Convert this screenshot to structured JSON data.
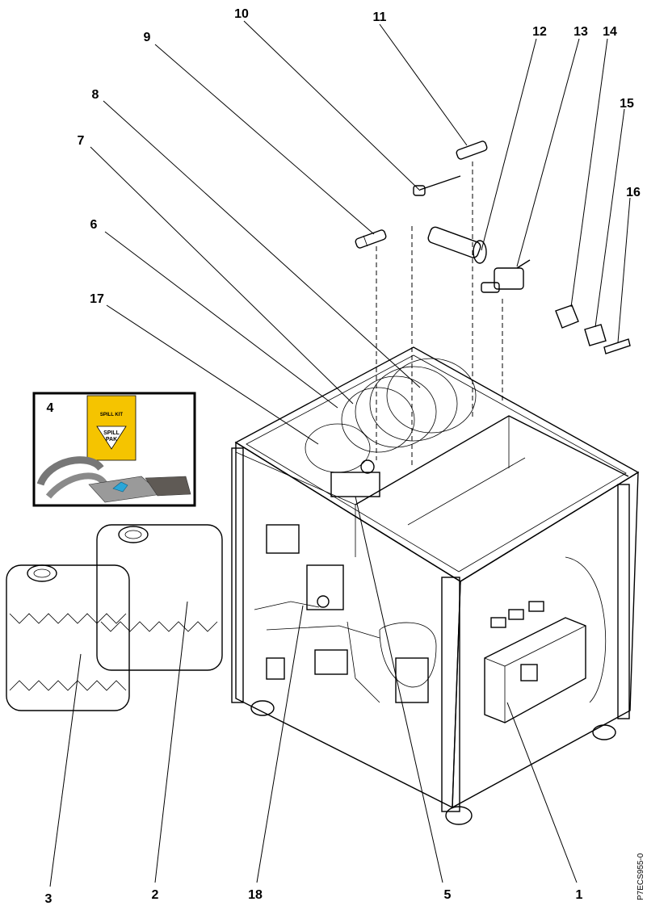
{
  "figure_id": "P7ECS955-0",
  "spill_kit": {
    "bag_line1": "SPILL KIT",
    "bag_line2": "SPILL",
    "bag_line3": "PAK"
  },
  "callouts": [
    {
      "id": "1",
      "label": "1"
    },
    {
      "id": "2",
      "label": "2"
    },
    {
      "id": "3",
      "label": "3"
    },
    {
      "id": "4",
      "label": "4"
    },
    {
      "id": "5",
      "label": "5"
    },
    {
      "id": "6",
      "label": "6"
    },
    {
      "id": "7",
      "label": "7"
    },
    {
      "id": "8",
      "label": "8"
    },
    {
      "id": "9",
      "label": "9"
    },
    {
      "id": "10",
      "label": "10"
    },
    {
      "id": "11",
      "label": "11"
    },
    {
      "id": "12",
      "label": "12"
    },
    {
      "id": "13",
      "label": "13"
    },
    {
      "id": "14",
      "label": "14"
    },
    {
      "id": "15",
      "label": "15"
    },
    {
      "id": "16",
      "label": "16"
    },
    {
      "id": "17",
      "label": "17"
    },
    {
      "id": "18",
      "label": "18"
    }
  ]
}
